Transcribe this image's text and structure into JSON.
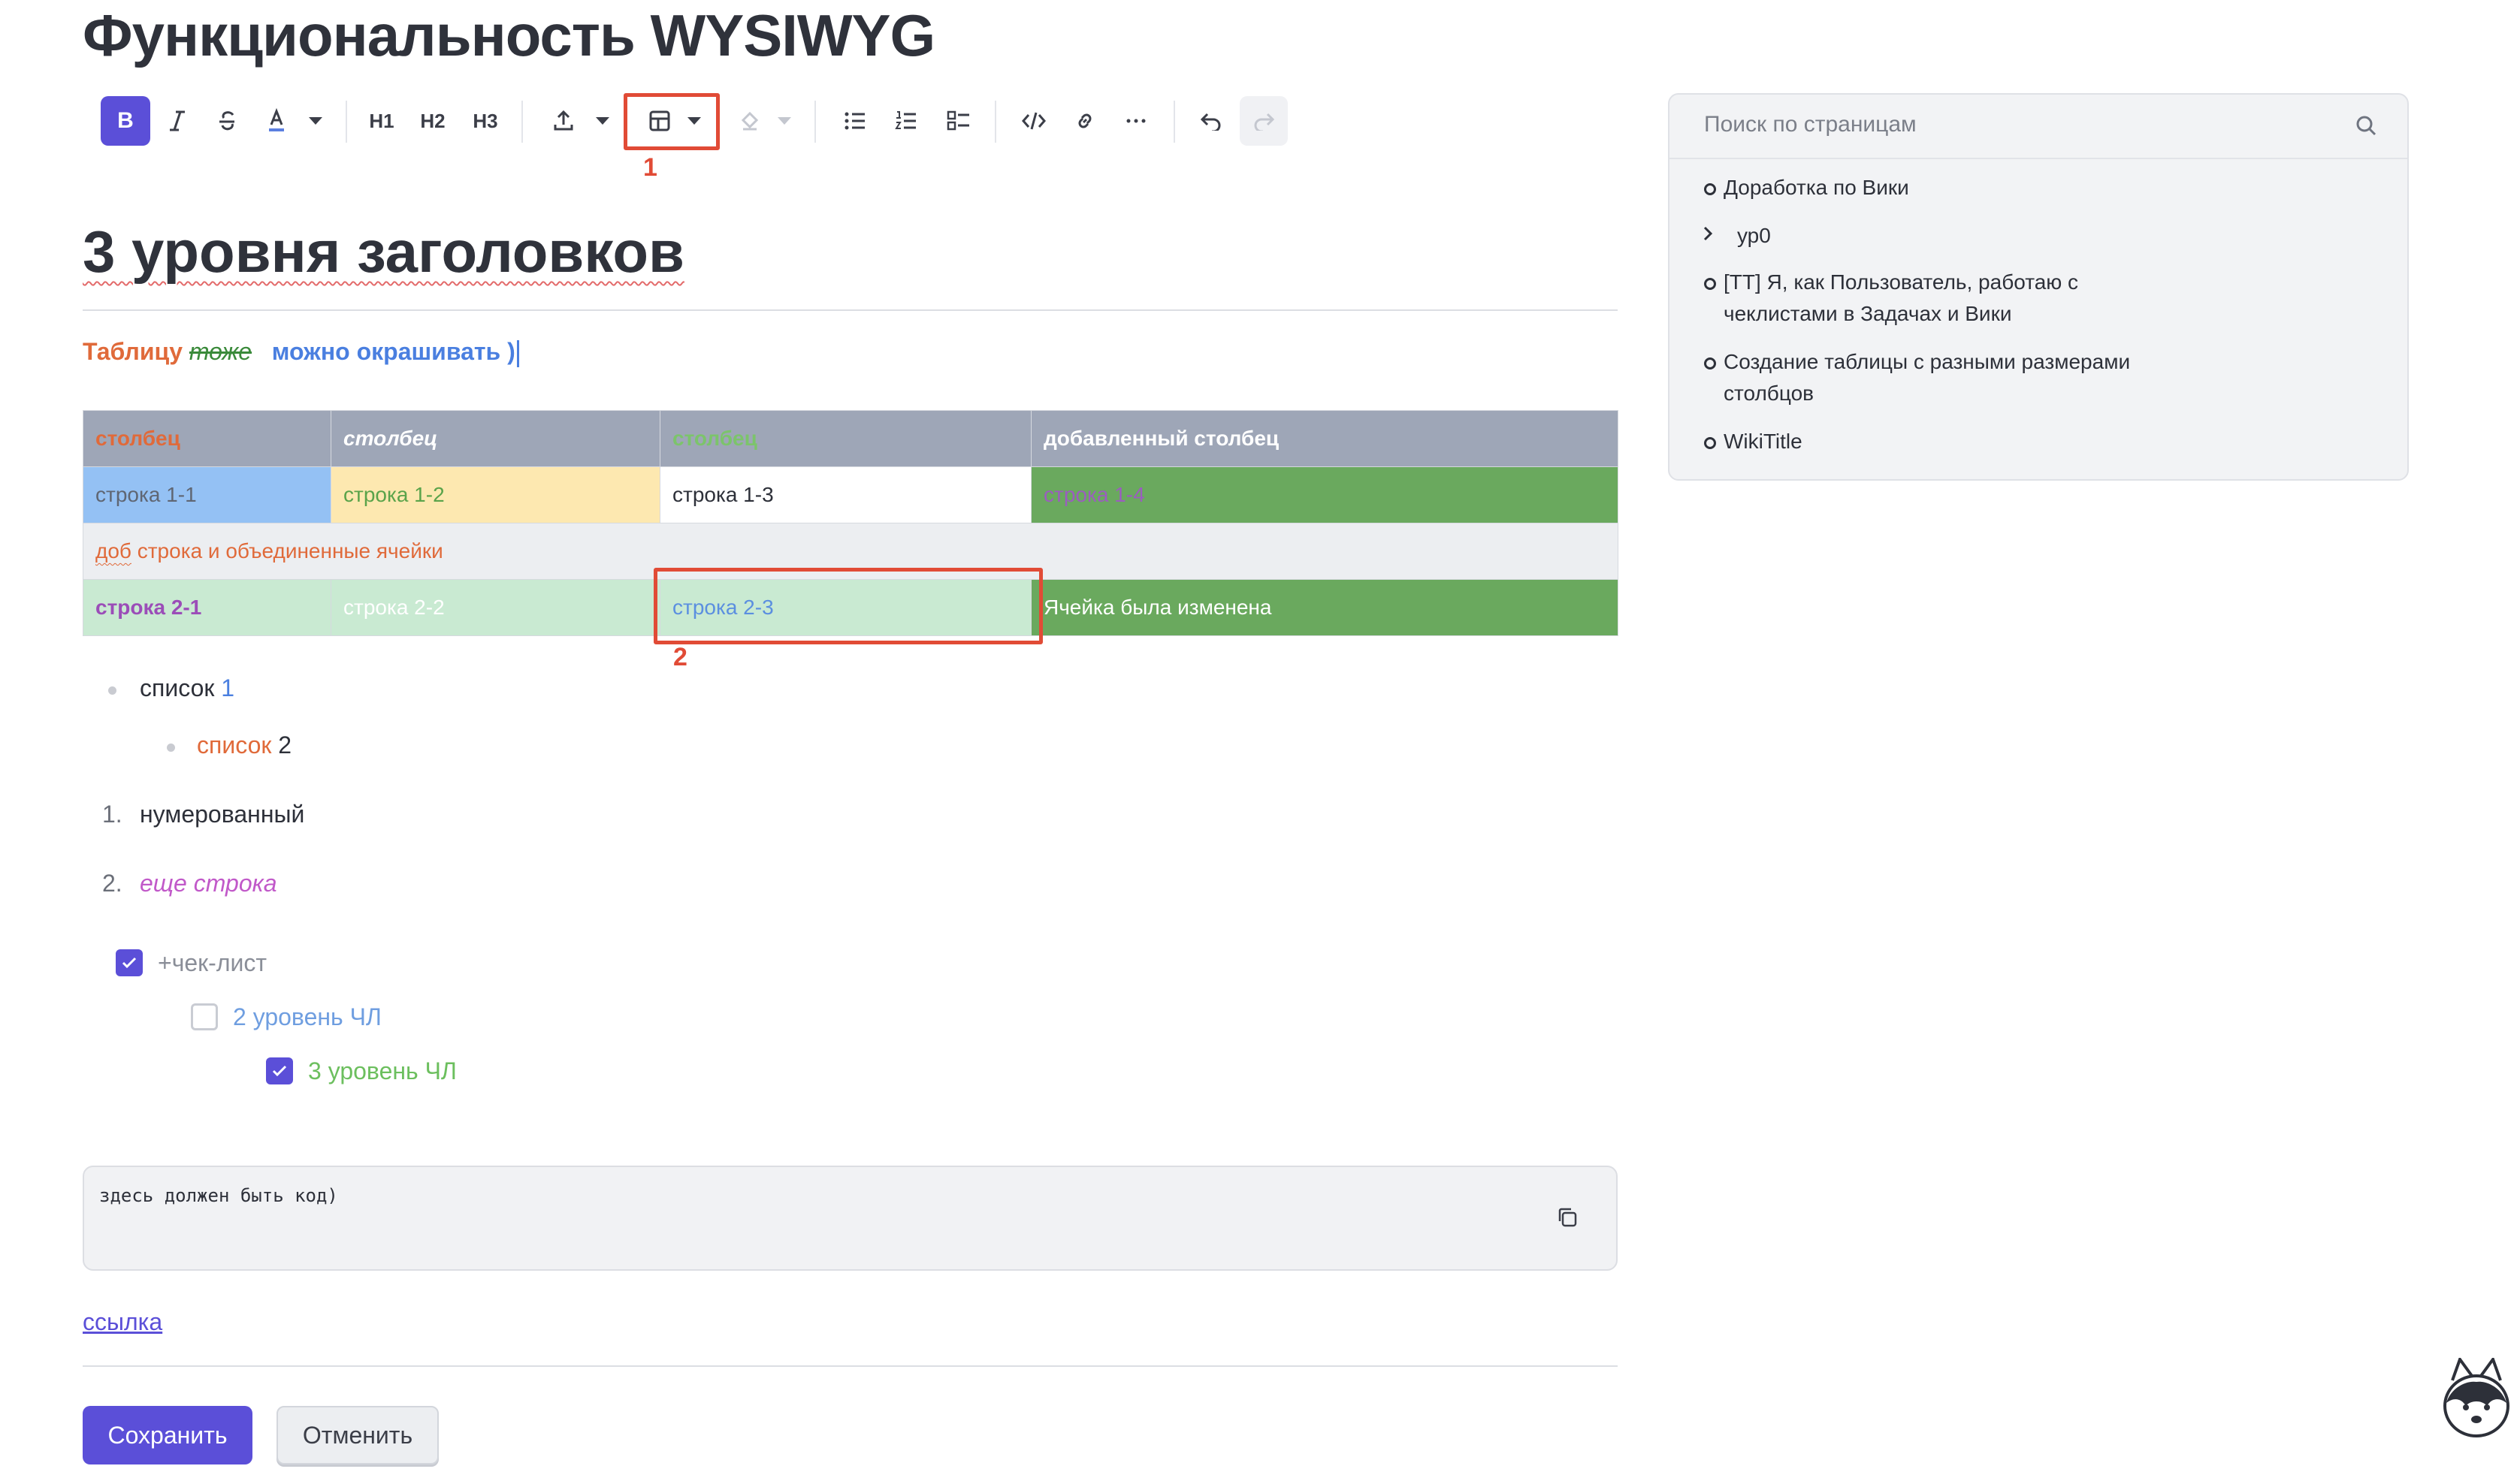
{
  "page": {
    "title": "Функциональность WYSIWYG"
  },
  "toolbar": {
    "bold": "B",
    "h1": "H1",
    "h2": "H2",
    "h3": "H3",
    "marker_1": "1",
    "marker_2": "2"
  },
  "content": {
    "heading": "3 уровня заголовков",
    "colored_line": {
      "part1": "Таблицу ",
      "part2": "тоже",
      "part3": "можно окрашивать",
      "part4": " )"
    },
    "table": {
      "header": [
        "столбец",
        "столбец",
        "столбец",
        "добавленный столбец"
      ],
      "row1": [
        "строка 1-1",
        "строка 1-2",
        "строка 1-3",
        "строка 1-4"
      ],
      "merged_row": {
        "part1": "доб",
        "part2": " строка и объединенные ячейки"
      },
      "row2": [
        "строка 2-1",
        "строка 2-2",
        "строка 2-3",
        "Ячейка была изменена"
      ]
    },
    "bullets": [
      {
        "text": "список ",
        "num": "1"
      },
      {
        "text": "список",
        "num": " 2"
      }
    ],
    "numbered": [
      {
        "num": "1.",
        "text": "нумерованный"
      },
      {
        "num": "2.",
        "text": "еще строка"
      }
    ],
    "checklist": [
      {
        "text": "+чек-лист",
        "checked": true
      },
      {
        "text": "2 уровень ЧЛ",
        "checked": false
      },
      {
        "text": "3 уровень ЧЛ",
        "checked": true
      }
    ],
    "code": "здесь должен быть код)",
    "link": "ссылка"
  },
  "actions": {
    "save": "Сохранить",
    "cancel": "Отменить"
  },
  "sidebar": {
    "search_placeholder": "Поиск по страницам",
    "items": [
      {
        "label": "Доработка по Вики",
        "type": "leaf"
      },
      {
        "label": "ур0",
        "type": "folder"
      },
      {
        "label": "[TT] Я, как Пользователь, работаю с",
        "label2": "чеклистами в Задачах и Вики",
        "type": "leaf"
      },
      {
        "label": "Создание таблицы с разными размерами",
        "label2": "столбцов",
        "type": "leaf"
      },
      {
        "label": "WikiTitle",
        "type": "leaf"
      }
    ]
  },
  "colors": {
    "accent": "#5b4fd8",
    "highlight": "#e14b36",
    "table_header": "#9ea6b7",
    "cell_blue": "#94c1f4",
    "cell_yellow": "#fde8b0",
    "cell_green": "#6aa95e",
    "cell_light_green": "#c9ead2"
  }
}
